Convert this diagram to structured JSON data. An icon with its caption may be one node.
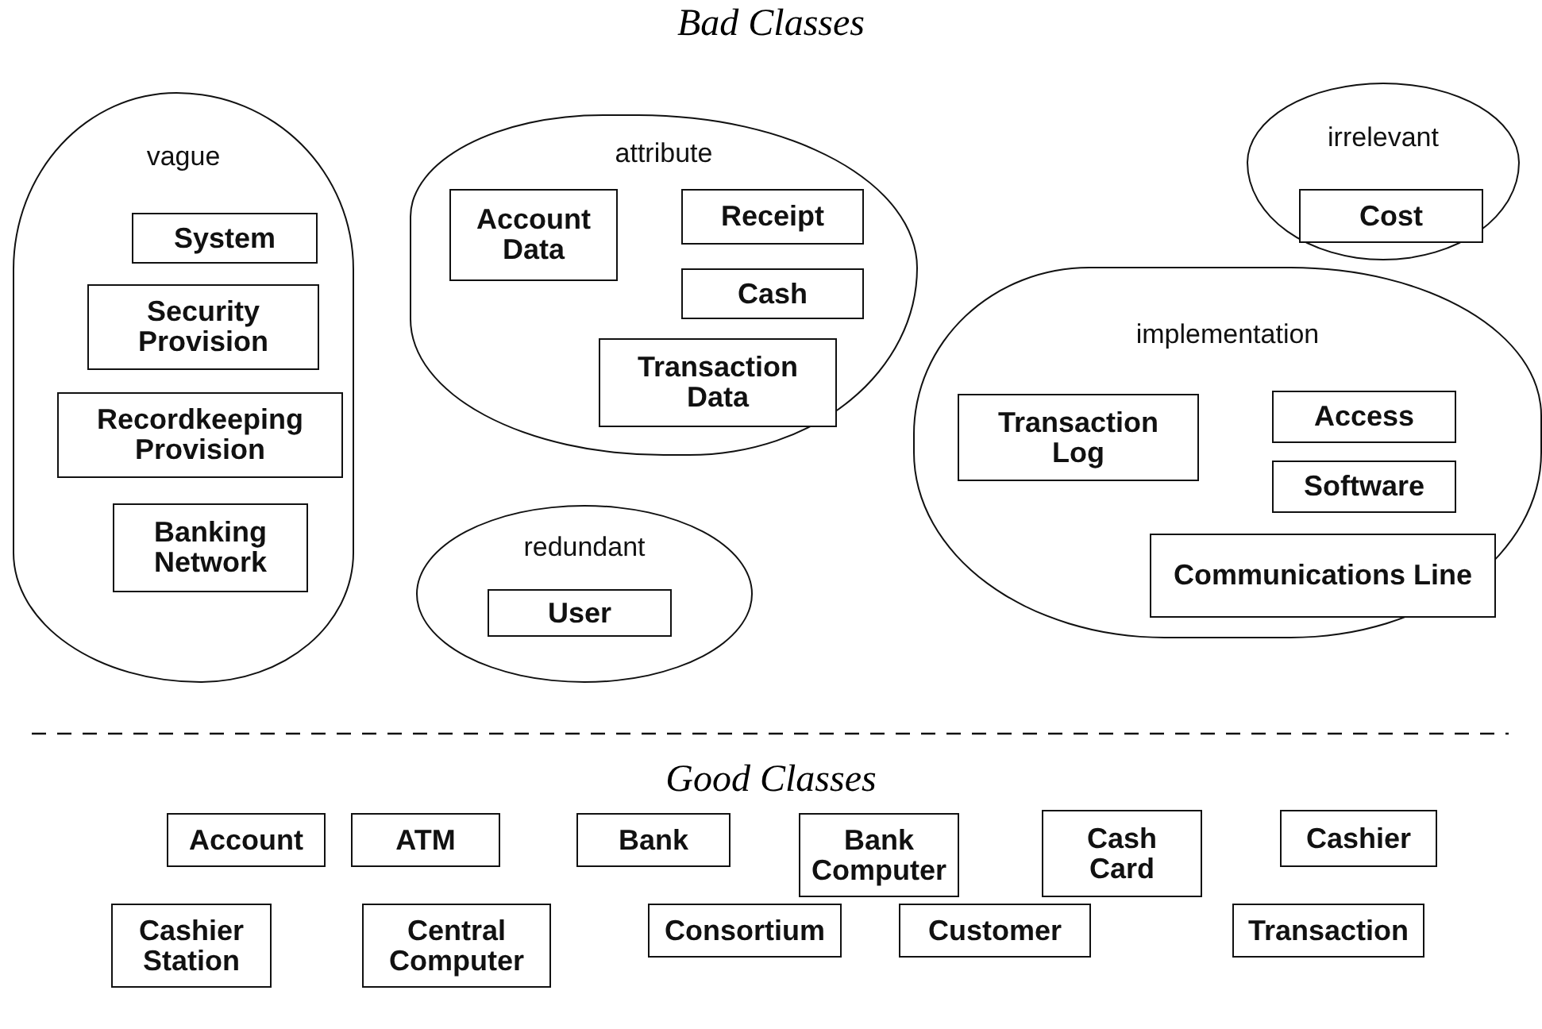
{
  "diagram": {
    "title": "Bad Classes",
    "nodes": [
      {
        "text": [
          "vague"
        ]
      },
      {
        "text": [
          "System"
        ],
        "in": 0
      },
      {
        "text": [
          "Security Provision"
        ],
        "in": 0
      },
      {
        "text": [
          "Recordkeeping Provision"
        ],
        "in": 0
      },
      {
        "text": [
          "Banking Network"
        ],
        "in": 0
      },
      {
        "text": [
          "attribute"
        ]
      },
      {
        "text": [
          "Account Data"
        ],
        "in": 5
      },
      {
        "text": [
          "Receipt"
        ],
        "in": 5
      },
      {
        "text": [
          "Cash"
        ],
        "in": 5
      },
      {
        "text": [
          "Transaction Data"
        ],
        "in": 5
      },
      {
        "text": [
          "irrelevant"
        ]
      },
      {
        "text": [
          "Cost"
        ],
        "in": 10
      },
      {
        "text": [
          "redundant"
        ]
      },
      {
        "text": [
          "User"
        ],
        "in": 12
      },
      {
        "text": [
          "implementation"
        ]
      },
      {
        "text": [
          "Transaction Log"
        ],
        "in": 14
      },
      {
        "text": [
          "Access"
        ],
        "in": 14
      },
      {
        "text": [
          "Software"
        ],
        "in": 14
      },
      {
        "text": [
          "Communications Line"
        ],
        "in": 14
      },
      {
        "text": [
          "Account"
        ]
      },
      {
        "text": [
          "ATM"
        ]
      },
      {
        "text": [
          "Bank"
        ]
      },
      {
        "text": [
          "Bank Computer"
        ]
      },
      {
        "text": [
          "Cash Card"
        ]
      },
      {
        "text": [
          "Cashier"
        ]
      },
      {
        "text": [
          "Cashier Station"
        ]
      },
      {
        "text": [
          "Central Computer"
        ]
      },
      {
        "text": [
          "Consortium"
        ]
      },
      {
        "text": [
          "Customer"
        ]
      },
      {
        "text": [
          "Transaction"
        ]
      }
    ],
    "labels": [
      "Good Classes"
    ]
  }
}
